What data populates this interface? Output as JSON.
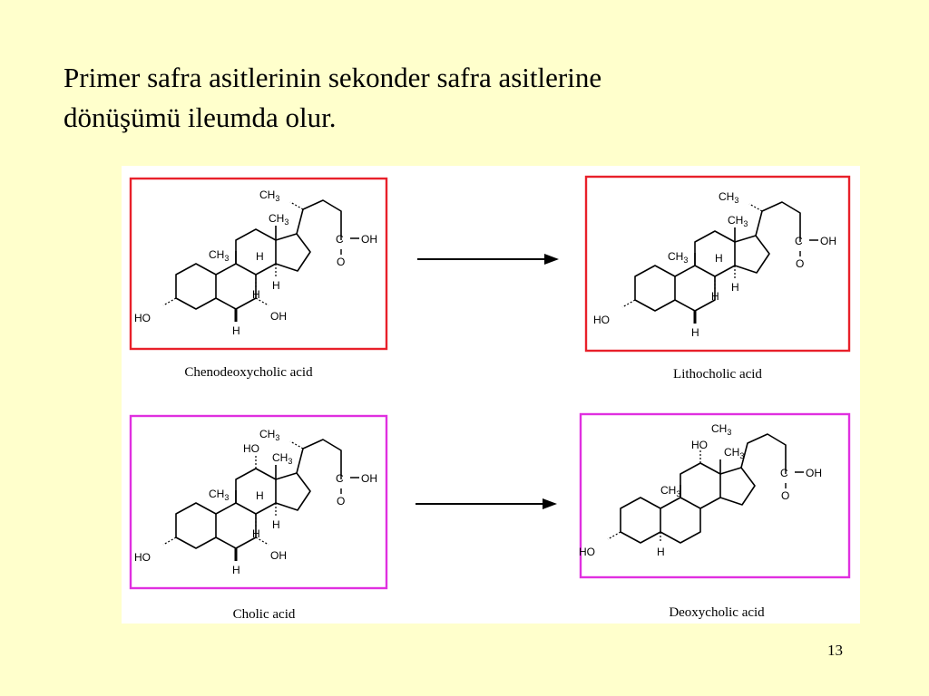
{
  "slide": {
    "title_line1": "Primer safra asitlerinin sekonder safra asitlerine",
    "title_line2": "dönüşümü ileumda olur.",
    "page_number": "13"
  },
  "colors": {
    "background": "#ffffcc",
    "panel": "#ffffff",
    "cdca_frame": "#e8202a",
    "cholic_frame": "#e030e0",
    "bond": "#000000"
  },
  "molecules": {
    "cdca": {
      "name": "Chenodeoxycholic acid"
    },
    "lca": {
      "name": "Lithocholic acid"
    },
    "cholic": {
      "name": "Cholic acid"
    },
    "dca": {
      "name": "Deoxycholic acid"
    }
  },
  "atoms": {
    "ch3": "CH3",
    "ch": "CH",
    "sub3": "3",
    "ho": "HO",
    "oh": "OH",
    "h": "H",
    "c": "C",
    "o": "O",
    "dash": "—",
    "dbl": "="
  }
}
